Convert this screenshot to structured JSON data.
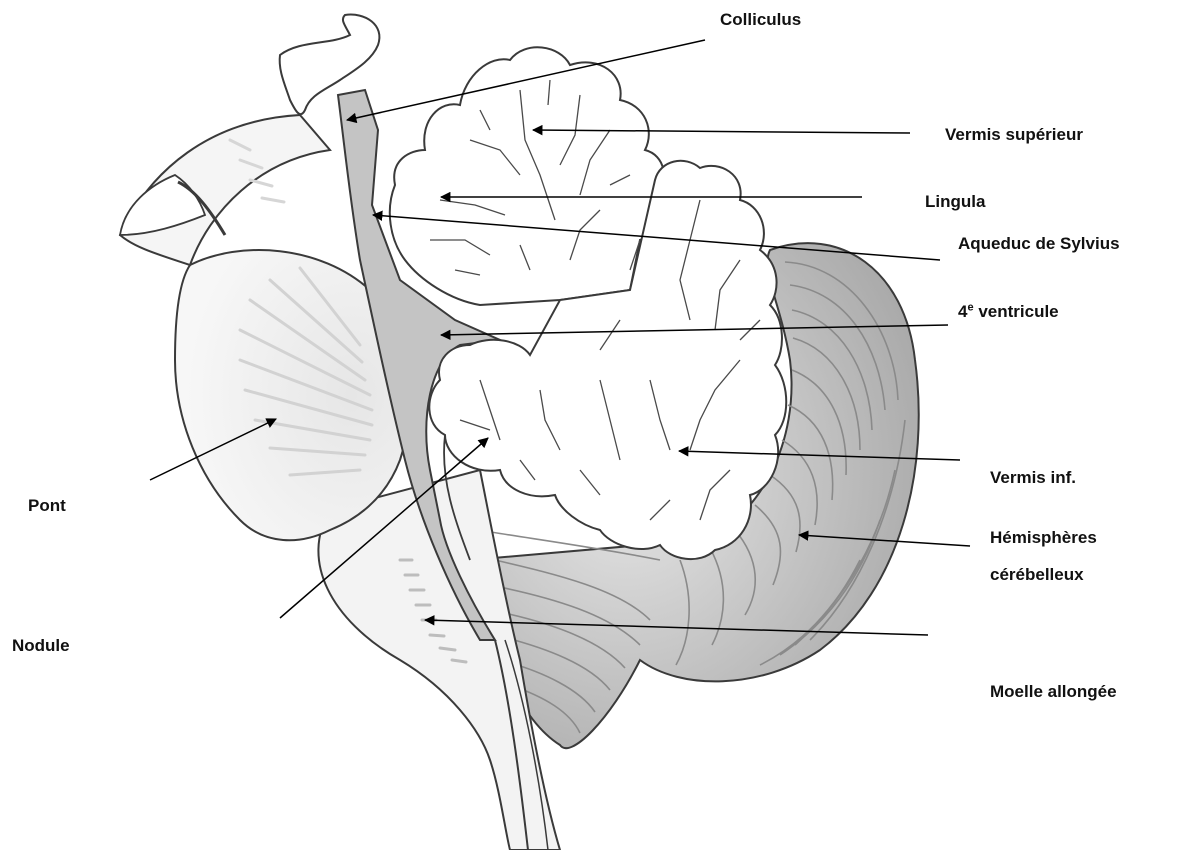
{
  "figure": {
    "labels": {
      "colliculus": "Colliculus",
      "vermis_superieur": "Vermis supérieur",
      "lingula": "Lingula",
      "aqueduc": "Aqueduc de Sylvius",
      "ventricule_num": "4",
      "ventricule_sup": "e",
      "ventricule_text": " ventricule",
      "vermis_inf": "Vermis inf.",
      "hemispheres_line1": "Hémisphères",
      "hemispheres_line2": "cérébelleux",
      "moelle": "Moelle allongée",
      "pont": "Pont",
      "nodule": "Nodule"
    },
    "colors": {
      "outline": "#3a3a3a",
      "shade": "#c4c4c4",
      "hemisphere": "#cfcfcf",
      "arrow": "#000000"
    }
  }
}
